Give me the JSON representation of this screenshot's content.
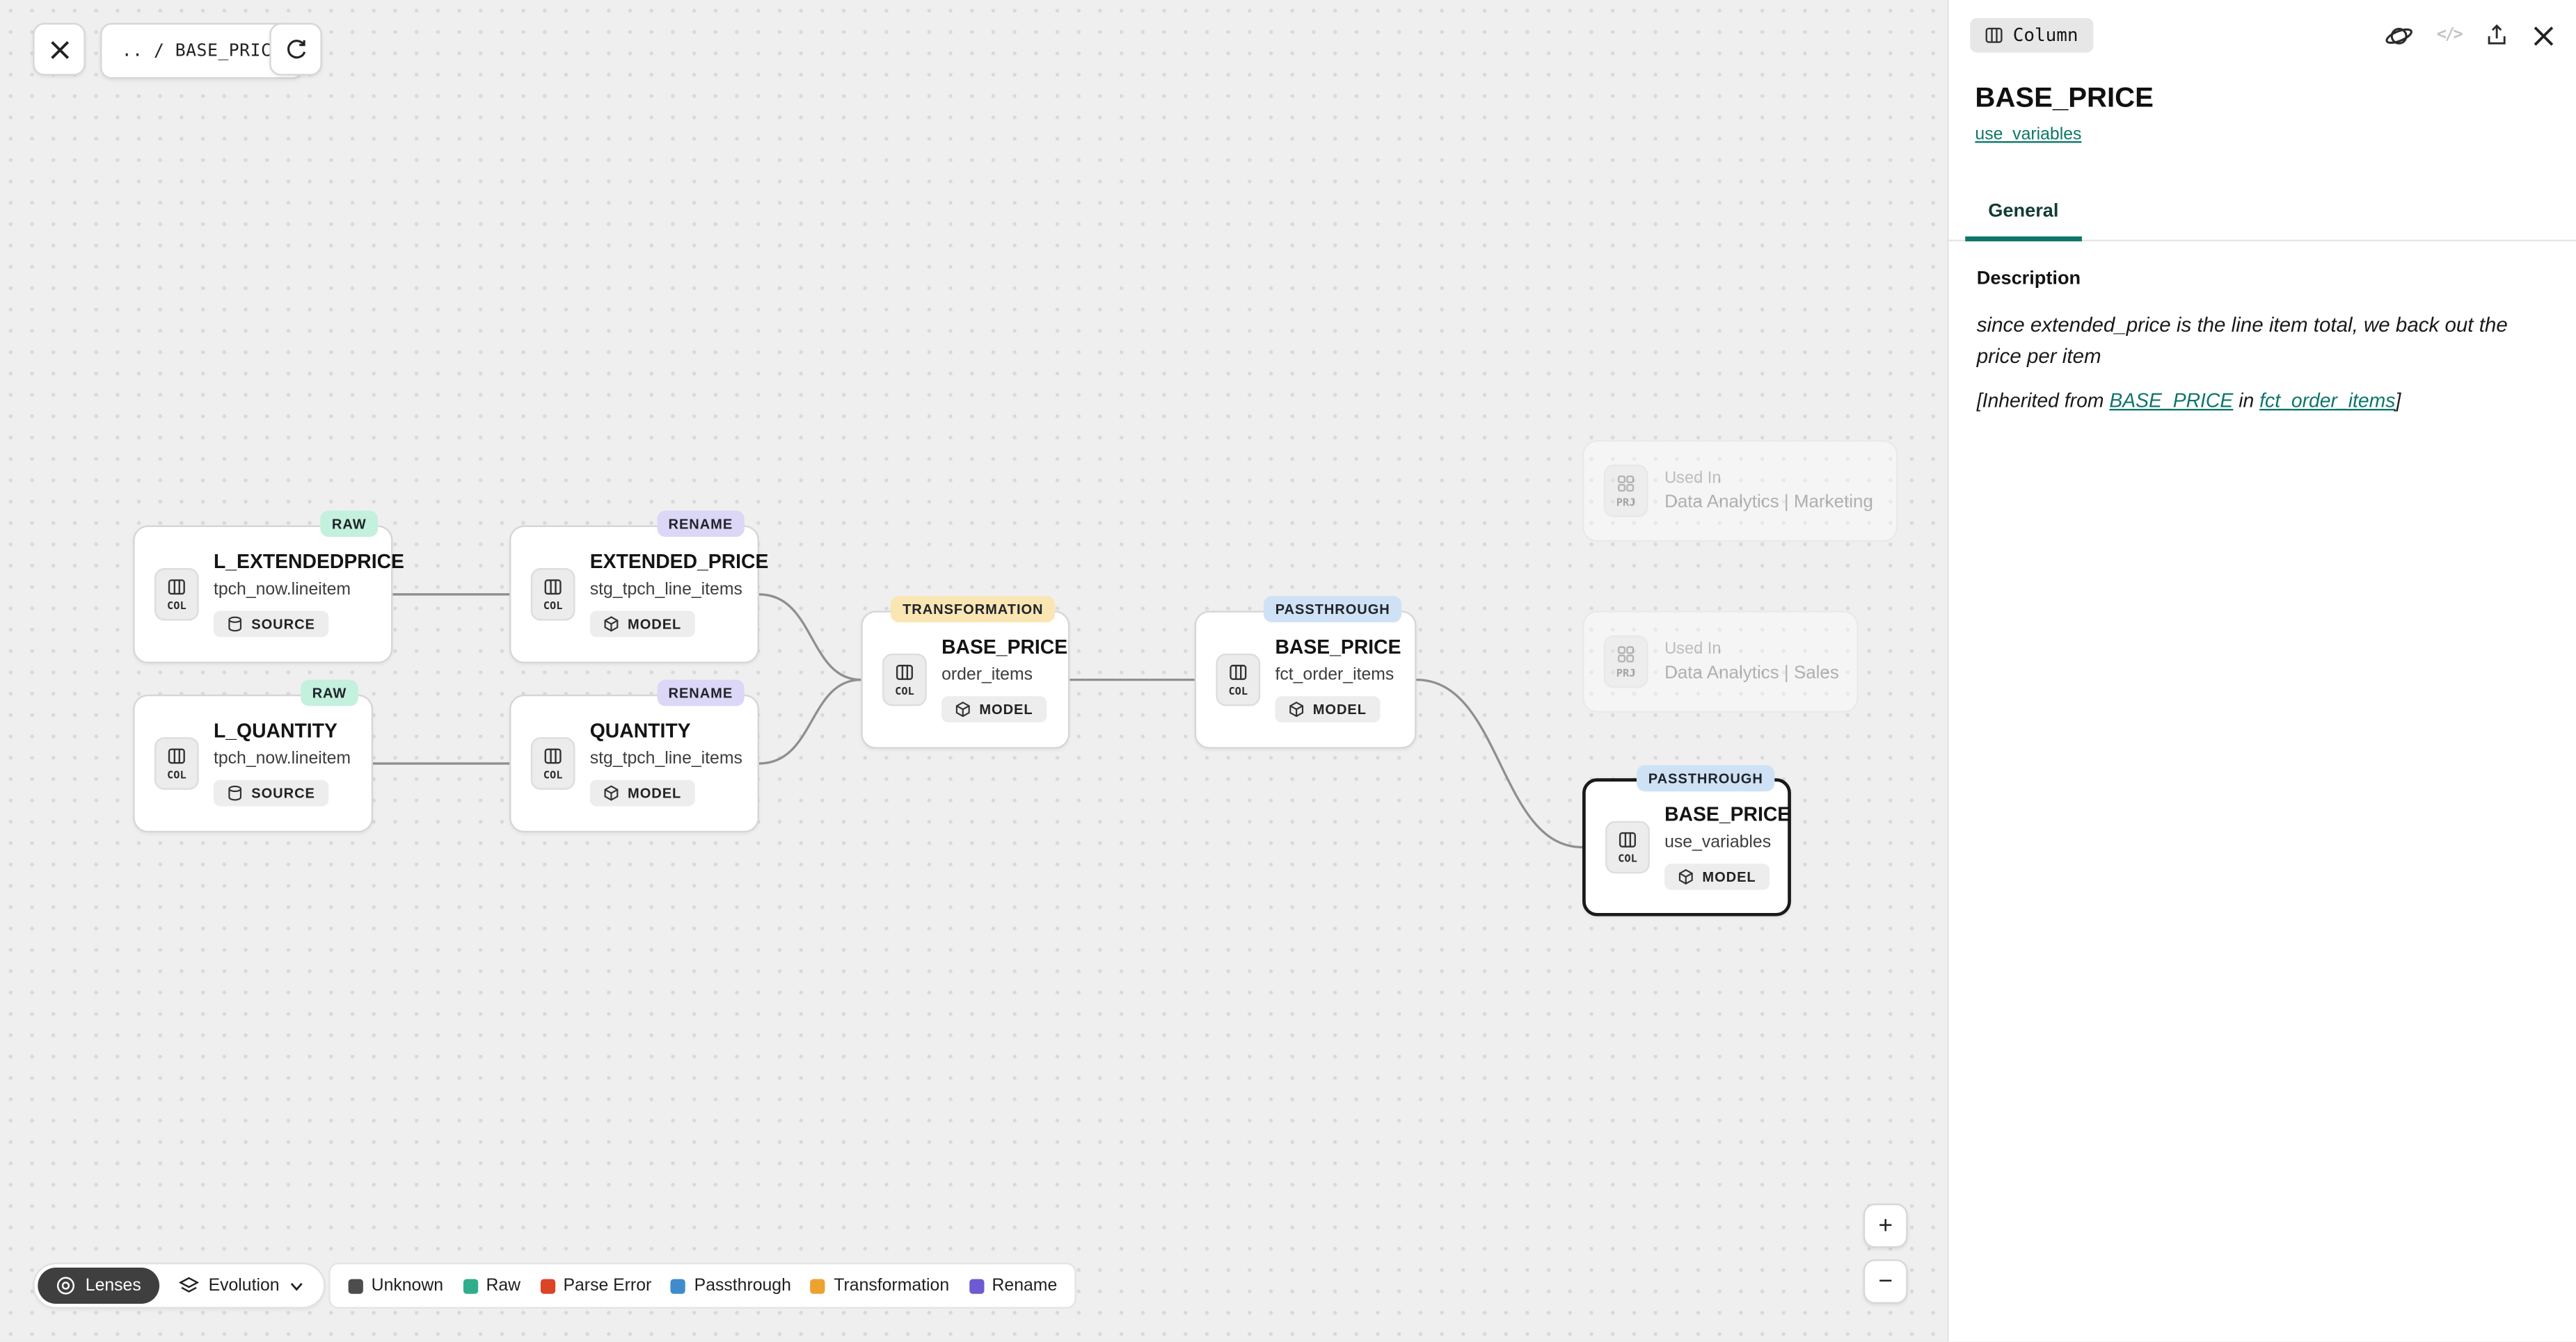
{
  "colors": {
    "canvas_bg": "#efefef",
    "accent_teal": "#0e7569",
    "tag_raw_bg": "#c4f0de",
    "tag_rename_bg": "#dcd6f7",
    "tag_transformation_bg": "#fae6b3",
    "tag_passthrough_bg": "#cfe2f5",
    "selected_node_border": "#1a1a1a"
  },
  "toolbar": {
    "breadcrumb": ".. / BASE_PRICE"
  },
  "nodes": [
    {
      "tag": "RAW",
      "kind": "COL",
      "title": "L_EXTENDEDPRICE",
      "subtitle": "tpch_now.lineitem",
      "badge": "SOURCE"
    },
    {
      "tag": "RENAME",
      "kind": "COL",
      "title": "EXTENDED_PRICE",
      "subtitle": "stg_tpch_line_items",
      "badge": "MODEL"
    },
    {
      "tag": "RAW",
      "kind": "COL",
      "title": "L_QUANTITY",
      "subtitle": "tpch_now.lineitem",
      "badge": "SOURCE"
    },
    {
      "tag": "RENAME",
      "kind": "COL",
      "title": "QUANTITY",
      "subtitle": "stg_tpch_line_items",
      "badge": "MODEL"
    },
    {
      "tag": "TRANSFORMATION",
      "kind": "COL",
      "title": "BASE_PRICE",
      "subtitle": "order_items",
      "badge": "MODEL"
    },
    {
      "tag": "PASSTHROUGH",
      "kind": "COL",
      "title": "BASE_PRICE",
      "subtitle": "fct_order_items",
      "badge": "MODEL"
    },
    {
      "tag": "PASSTHROUGH",
      "kind": "COL",
      "title": "BASE_PRICE",
      "subtitle": "use_variables",
      "badge": "MODEL"
    }
  ],
  "used_in": [
    {
      "kind": "PRJ",
      "label": "Used In",
      "value": "Data Analytics | Marketing"
    },
    {
      "kind": "PRJ",
      "label": "Used In",
      "value": "Data Analytics | Sales"
    }
  ],
  "footer": {
    "lenses_label": "Lenses",
    "mode_label": "Evolution"
  },
  "legend": [
    {
      "label": "Unknown",
      "color": "#4d4d4d"
    },
    {
      "label": "Raw",
      "color": "#2fae8d"
    },
    {
      "label": "Parse Error",
      "color": "#dc4426"
    },
    {
      "label": "Passthrough",
      "color": "#3e8ccb"
    },
    {
      "label": "Transformation",
      "color": "#eda12f"
    },
    {
      "label": "Rename",
      "color": "#6c5bd2"
    }
  ],
  "zoom_controls": {
    "zoom_in": "+",
    "zoom_out": "−"
  },
  "panel": {
    "type_chip": "Column",
    "title": "BASE_PRICE",
    "subtitle_link": "use_variables",
    "tabs": [
      {
        "label": "General"
      }
    ],
    "description_heading": "Description",
    "description_text": "since extended_price is the line item total, we back out the price per item",
    "inherited": {
      "prefix": "[Inherited from ",
      "link1": "BASE_PRICE",
      "middle": " in ",
      "link2": "fct_order_items",
      "suffix": "]"
    }
  }
}
